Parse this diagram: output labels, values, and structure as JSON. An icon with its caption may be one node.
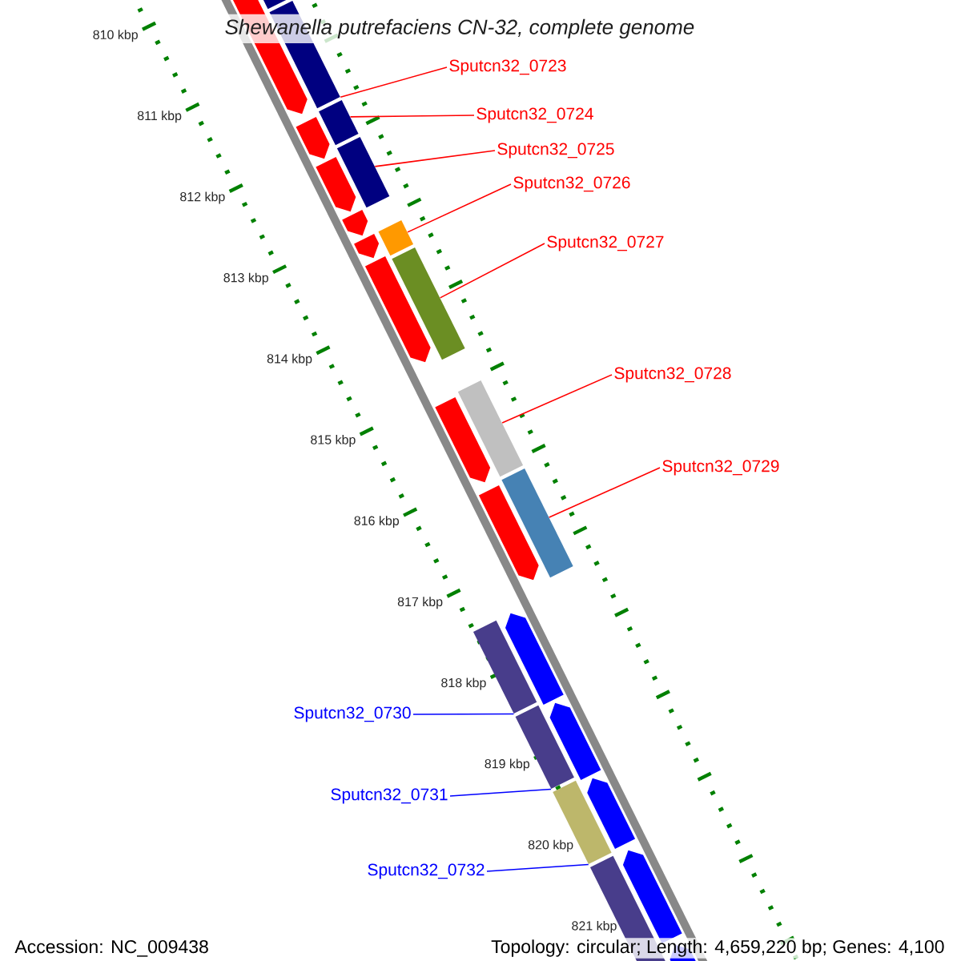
{
  "diagram": {
    "title": "Shewanella putrefaciens CN-32, complete genome",
    "nodes": [
      {
        "text": [
          "Sputcn32_0723"
        ]
      },
      {
        "text": [
          "Sputcn32_0724"
        ]
      },
      {
        "text": [
          "Sputcn32_0725"
        ]
      },
      {
        "text": [
          "Sputcn32_0726"
        ]
      },
      {
        "text": [
          "Sputcn32_0727"
        ]
      },
      {
        "text": [
          "Sputcn32_0728"
        ]
      },
      {
        "text": [
          "Sputcn32_0729"
        ]
      },
      {
        "text": [
          "Sputcn32_0730"
        ]
      },
      {
        "text": [
          "Sputcn32_0731"
        ]
      },
      {
        "text": [
          "Sputcn32_0732"
        ]
      },
      {
        "text": [],
        "shape": "bar"
      },
      {
        "text": [],
        "shape": "bar"
      },
      {
        "text": [],
        "shape": "bar"
      },
      {
        "text": [],
        "shape": "bar"
      },
      {
        "text": [],
        "shape": "bar"
      },
      {
        "text": [],
        "shape": "bar"
      },
      {
        "text": [],
        "shape": "bar"
      },
      {
        "text": [],
        "shape": "bar"
      },
      {
        "text": [],
        "shape": "bar"
      },
      {
        "text": [],
        "shape": "bar"
      }
    ],
    "edges": [
      {
        "from": 0,
        "to": 10,
        "arrow": "none"
      },
      {
        "from": 1,
        "to": 11,
        "arrow": "none"
      },
      {
        "from": 2,
        "to": 12,
        "arrow": "none"
      },
      {
        "from": 3,
        "to": 13,
        "arrow": "none"
      },
      {
        "from": 4,
        "to": 14,
        "arrow": "none"
      },
      {
        "from": 5,
        "to": 15,
        "arrow": "none"
      },
      {
        "from": 6,
        "to": 16,
        "arrow": "none"
      },
      {
        "from": 7,
        "to": 17,
        "arrow": "none",
        "color": "#0000ff"
      },
      {
        "from": 8,
        "to": 18,
        "arrow": "none",
        "color": "#0000ff"
      },
      {
        "from": 9,
        "to": 19,
        "arrow": "none",
        "color": "#0000ff"
      }
    ],
    "labels": [
      "810 kbp",
      "811 kbp",
      "812 kbp",
      "813 kbp",
      "814 kbp",
      "815 kbp",
      "816 kbp",
      "817 kbp",
      "818 kbp",
      "819 kbp",
      "820 kbp",
      "821 kbp",
      "Accession: NC_009438",
      "Topology: circular; Length: 4,659,220 bp; Genes: 4,100"
    ]
  }
}
